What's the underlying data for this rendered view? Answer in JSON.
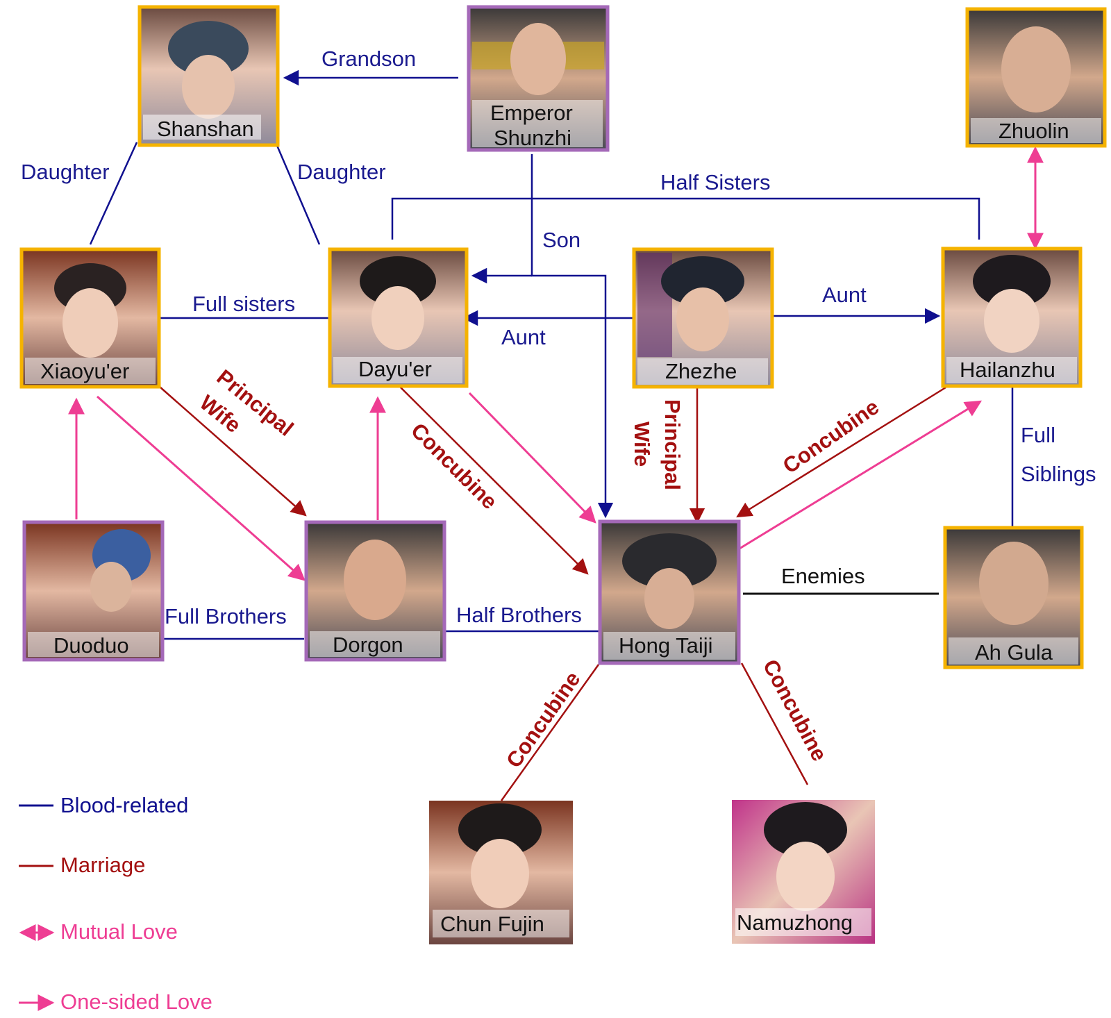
{
  "colors": {
    "blood": "#10108f",
    "marriage": "#a31010",
    "love": "#ee3d93",
    "enemy": "#111111",
    "female_frame": "#f5b300",
    "male_frame": "#a469b8"
  },
  "nodes": {
    "shanshan": "Shanshan",
    "shunzhi_1": "Emperor",
    "shunzhi_2": "Shunzhi",
    "zhuolin": "Zhuolin",
    "xiaoyuer": "Xiaoyu'er",
    "dayuer": "Dayu'er",
    "zhezhe": "Zhezhe",
    "hailanzhu": "Hailanzhu",
    "duoduo": "Duoduo",
    "dorgon": "Dorgon",
    "hongtaiji": "Hong Taiji",
    "ahgula": "Ah Gula",
    "chunfujin": "Chun Fujin",
    "namuzhong": "Namuzhong"
  },
  "relations": {
    "grandson": "Grandson",
    "daughter_left": "Daughter",
    "daughter_right": "Daughter",
    "half_sisters": "Half Sisters",
    "son": "Son",
    "full_sisters": "Full sisters",
    "aunt_left": "Aunt",
    "aunt_right": "Aunt",
    "principal_1": "Principal",
    "wife_1": "Wife",
    "concubine_dayuer": "Concubine",
    "principal_2": "Principal",
    "wife_2": "Wife",
    "concubine_hailanzhu": "Concubine",
    "full_1": "Full",
    "siblings": "Siblings",
    "enemies": "Enemies",
    "full_brothers": "Full Brothers",
    "half_brothers": "Half Brothers",
    "concubine_chun": "Concubine",
    "concubine_namu": "Concubine"
  },
  "legend": {
    "blood": "Blood-related",
    "marriage": "Marriage",
    "mutual": "Mutual Love",
    "onesided": "One-sided Love"
  }
}
